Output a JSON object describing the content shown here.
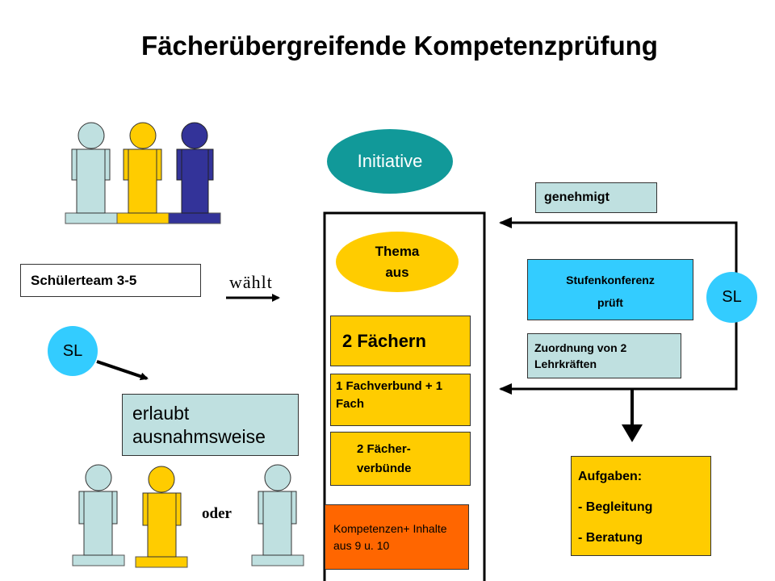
{
  "title": "Fächerübergreifende Kompetenzprüfung",
  "labels": {
    "schuelerteam": "Schülerteam 3-5",
    "waehlt": "wählt",
    "sl_left": "SL",
    "erlaubt": "erlaubt ausnahmsweise",
    "oder": "oder",
    "initiative": "Initiative",
    "genehmigt": "genehmigt",
    "thema": "Thema aus",
    "zwei_faechern": "2 Fächern",
    "fachverbund": "1 Fachverbund + 1 Fach",
    "faecherverbuende": "2 Fächer- verbünde",
    "kompetenzen": "Kompetenzen+ Inhalte aus 9 u. 10",
    "stufenkonferenz": "Stufenkonferenz",
    "prueft": "prüft",
    "zuordnung": "Zuordnung von 2 Lehrkräften",
    "sl_right": "SL",
    "aufgaben_title": "Aufgaben:",
    "aufgaben_items": [
      "- Begleitung",
      "- Beratung"
    ]
  },
  "colors": {
    "light_blue": "#bfe0e0",
    "gold": "#ffcc00",
    "navy": "#333399",
    "teal": "#119999",
    "sky": "#33ccff",
    "orange": "#ff6600"
  }
}
